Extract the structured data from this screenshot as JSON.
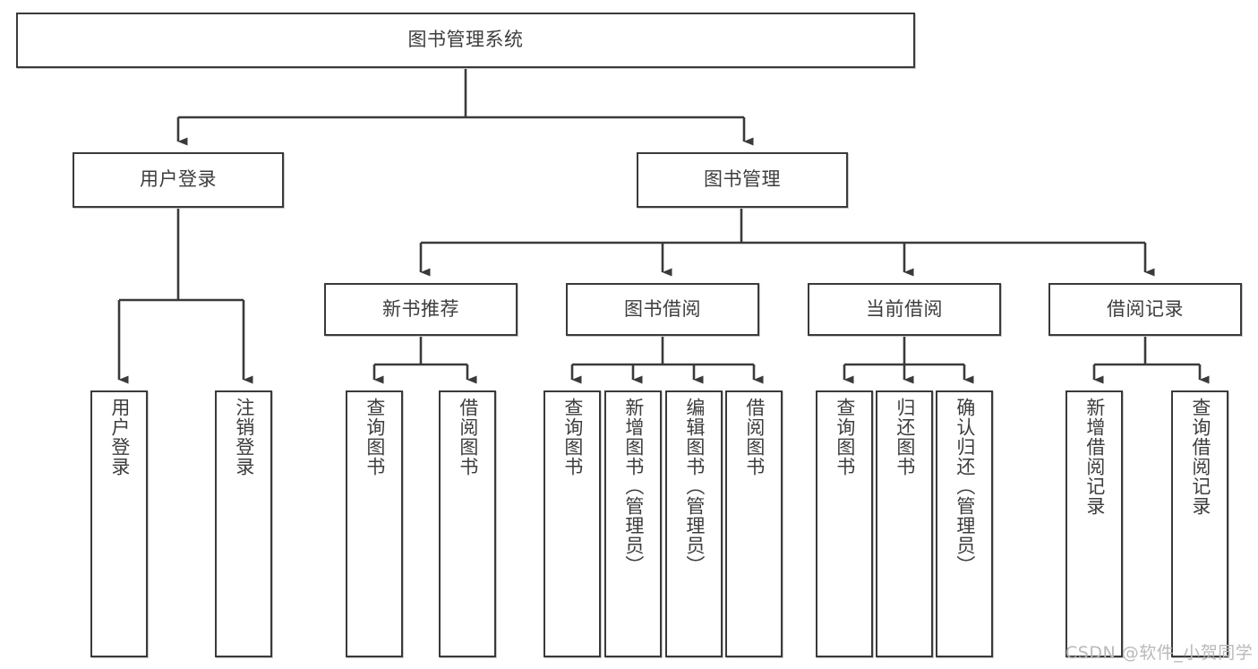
{
  "diagram": {
    "type": "tree-hierarchy-flowchart",
    "title": "图书管理系统",
    "colors": {
      "box_border": "#3a3a3a",
      "box_fill": "#ffffff",
      "text": "#3d3d3d",
      "connector": "#3a3a3a",
      "watermark": "#b9b9b9",
      "page_background": "#ffffff"
    },
    "root": {
      "label": "图书管理系统"
    },
    "level2": [
      {
        "label": "用户登录"
      },
      {
        "label": "图书管理"
      }
    ],
    "level3": [
      {
        "label": "新书推荐"
      },
      {
        "label": "图书借阅"
      },
      {
        "label": "当前借阅"
      },
      {
        "label": "借阅记录"
      }
    ],
    "leaves": {
      "user_login": [
        {
          "label": "用户登录"
        },
        {
          "label": "注销登录"
        }
      ],
      "new_book_recommend": [
        {
          "label": "查询图书"
        },
        {
          "label": "借阅图书"
        }
      ],
      "book_borrow": [
        {
          "label": "查询图书"
        },
        {
          "label": "新增图书（管理员）"
        },
        {
          "label": "编辑图书（管理员）"
        },
        {
          "label": "借阅图书"
        }
      ],
      "current_borrow": [
        {
          "label": "查询图书"
        },
        {
          "label": "归还图书"
        },
        {
          "label": "确认归还（管理员）"
        }
      ],
      "borrow_record": [
        {
          "label": "新增借阅记录"
        },
        {
          "label": "查询借阅记录"
        }
      ]
    }
  },
  "watermark": {
    "text": "CSDN @软件_小贺同学"
  }
}
